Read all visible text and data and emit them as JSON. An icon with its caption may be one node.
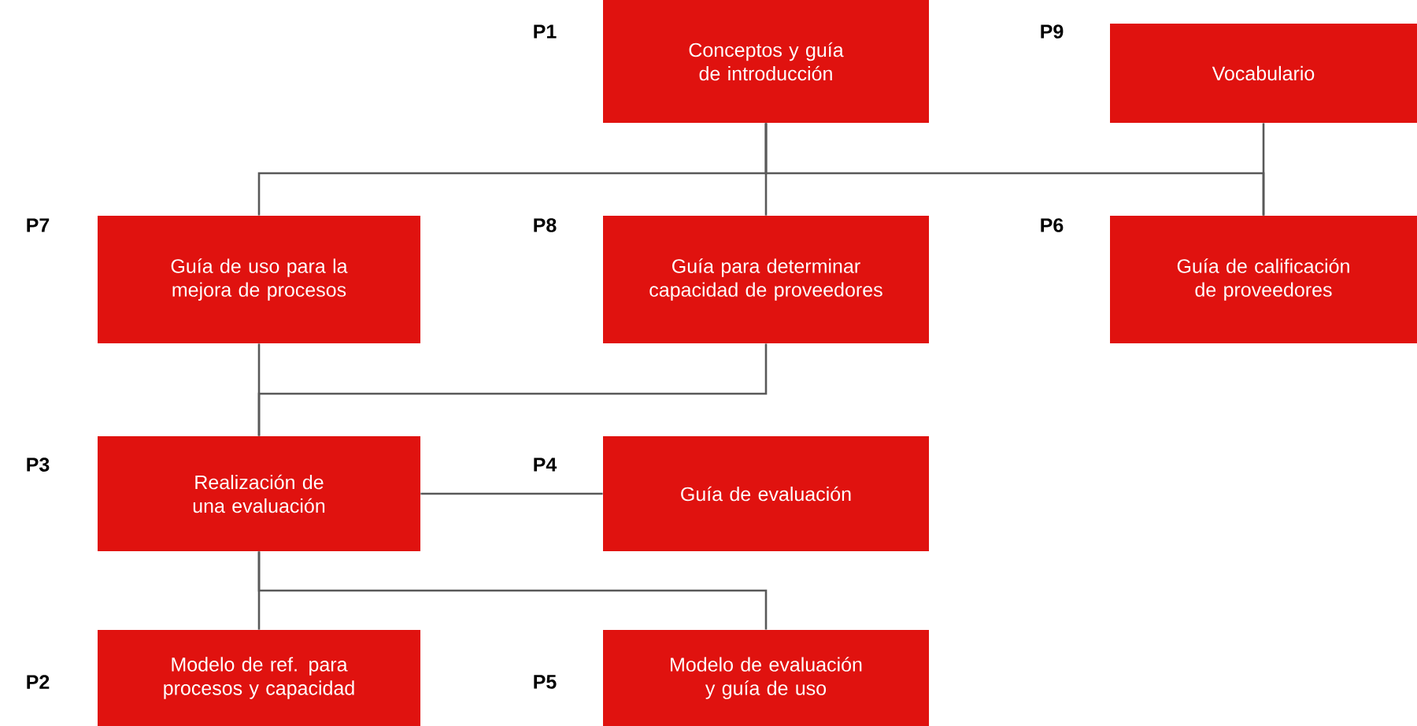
{
  "diagram": {
    "nodes": [
      {
        "text": [
          "Conceptos y guía de introducción"
        ],
        "beside": [
          "P1"
        ]
      },
      {
        "text": [
          "Vocabulario"
        ],
        "beside": [
          "P9"
        ]
      },
      {
        "text": [
          "Guía de uso para la mejora de procesos"
        ],
        "beside": [
          "P7"
        ]
      },
      {
        "text": [
          "Guía para determinar capacidad de proveedores"
        ],
        "beside": [
          "P8"
        ]
      },
      {
        "text": [
          "Guía de calificación de proveedores"
        ],
        "beside": [
          "P6"
        ]
      },
      {
        "text": [
          "Realización de una evaluación"
        ],
        "beside": [
          "P3"
        ]
      },
      {
        "text": [
          "Guía de evaluación"
        ],
        "beside": [
          "P4"
        ]
      },
      {
        "text": [
          "Modelo de ref. para procesos y capacidad"
        ],
        "beside": [
          "P2"
        ]
      },
      {
        "text": [
          "Modelo de evaluación y guía de uso"
        ],
        "beside": [
          "P5"
        ]
      }
    ],
    "edges": [
      {
        "from": 0,
        "to": 2,
        "arrow": "none"
      },
      {
        "from": 0,
        "to": 3,
        "arrow": "none"
      },
      {
        "from": 0,
        "to": 4,
        "arrow": "none"
      },
      {
        "from": 1,
        "to": 4,
        "arrow": "none"
      },
      {
        "from": 2,
        "to": 5,
        "arrow": "none"
      },
      {
        "from": 3,
        "to": 5,
        "arrow": "none"
      },
      {
        "from": 5,
        "to": 6,
        "arrow": "none"
      },
      {
        "from": 5,
        "to": 7,
        "arrow": "none"
      },
      {
        "from": 5,
        "to": 8,
        "arrow": "none"
      }
    ]
  }
}
